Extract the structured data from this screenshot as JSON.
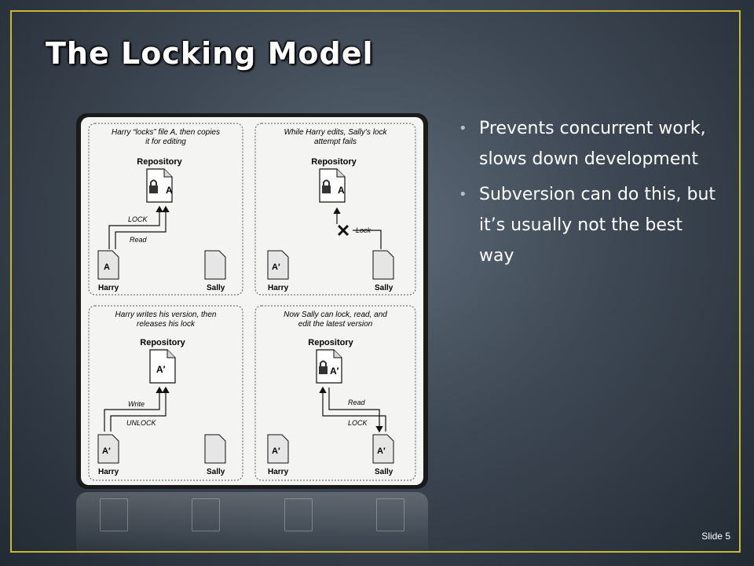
{
  "slide": {
    "title": "The Locking Model",
    "bullets": [
      "Prevents concurrent work, slows down development",
      "Subversion can do this, but it’s usually not the best way"
    ],
    "slide_number": "Slide 5",
    "colors": {
      "frame": "#c8b833",
      "title": "#ffffff",
      "bullet_marker": "#a9c4d4"
    }
  },
  "diagram": {
    "panels": [
      {
        "caption": [
          "Harry “locks” file A, then copies",
          "it for editing"
        ],
        "repository_label": "Repository",
        "repo_file": "A",
        "repo_locked": true,
        "harry_file": "A",
        "sally_file": "",
        "arrow_labels": [
          "LOCK",
          "Read"
        ],
        "harry_label": "Harry",
        "sally_label": "Sally"
      },
      {
        "caption": [
          "While Harry edits, Sally’s lock",
          "attempt fails"
        ],
        "repository_label": "Repository",
        "repo_file": "A",
        "repo_locked": true,
        "harry_file": "A′",
        "sally_file": "",
        "arrow_labels": [
          "Lock"
        ],
        "harry_label": "Harry",
        "sally_label": "Sally"
      },
      {
        "caption": [
          "Harry writes his version, then",
          "releases his lock"
        ],
        "repository_label": "Repository",
        "repo_file": "A′",
        "repo_locked": false,
        "harry_file": "A′",
        "sally_file": "",
        "arrow_labels": [
          "Write",
          "UNLOCK"
        ],
        "harry_label": "Harry",
        "sally_label": "Sally"
      },
      {
        "caption": [
          "Now Sally can lock, read, and",
          "edit the latest version"
        ],
        "repository_label": "Repository",
        "repo_file": "A′",
        "repo_locked": true,
        "harry_file": "A′",
        "sally_file": "A′",
        "arrow_labels": [
          "Read",
          "LOCK"
        ],
        "harry_label": "Harry",
        "sally_label": "Sally"
      }
    ]
  }
}
